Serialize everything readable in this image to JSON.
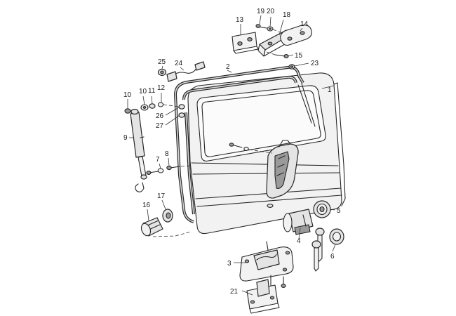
{
  "callouts": {
    "c1": "1",
    "c2": "2",
    "c3": "3",
    "c4": "4",
    "c5": "5",
    "c6": "6",
    "c7": "7",
    "c8": "8",
    "c9": "9",
    "c10a": "10",
    "c10b": "10",
    "c11": "11",
    "c12": "12",
    "c13": "13",
    "c14": "14",
    "c15": "15",
    "c16": "16",
    "c17": "17",
    "c18": "18",
    "c19": "19",
    "c20": "20",
    "c21": "21",
    "c23": "23",
    "c24": "24",
    "c25": "25",
    "c26": "26",
    "c27": "27"
  },
  "colors": {
    "line": "#262626",
    "part_fill": "#e4e4e4",
    "background": "#ffffff"
  }
}
